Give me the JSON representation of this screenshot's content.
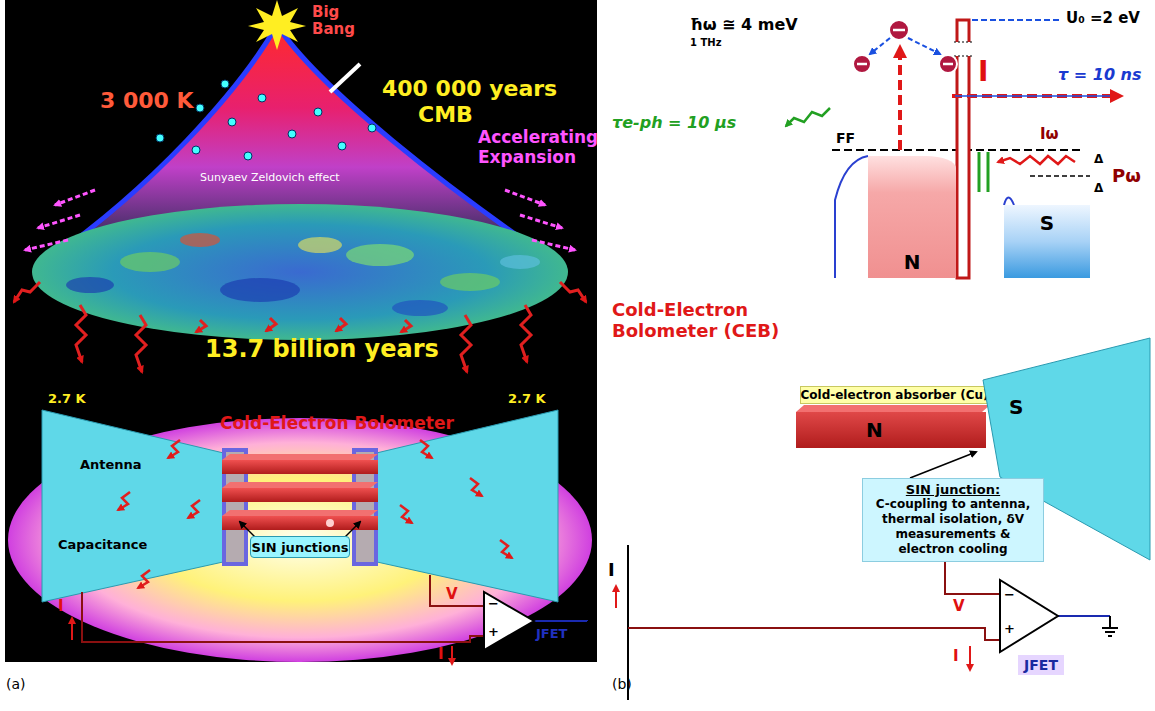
{
  "diagram": {
    "nodes": [
      {
        "text": [
          "SIN junctions"
        ]
      },
      {
        "text": [
          "N"
        ]
      },
      {
        "text": [
          "S"
        ]
      },
      {
        "text": [
          "Cold-electron absorber (Cu)"
        ]
      },
      {
        "text": [
          "N"
        ]
      },
      {
        "text": [
          "S"
        ]
      },
      {
        "text": [
          "SIN junction:",
          "C-coupling to antenna, thermal isolation, δV measurements & electron cooling"
        ]
      },
      {
        "text": [
          "JFET"
        ]
      }
    ],
    "labels": [
      "Big Bang",
      "3 000 K",
      "400 000 years",
      "CMB",
      "Accelerating Expansion",
      "Sunyaev Zeldovich effect",
      "13.7 billion years",
      "2.7 K",
      "2.7 K",
      "Cold-Electron Bolometer",
      "Antenna",
      "Capacitance",
      "V",
      "I",
      "I",
      "−",
      "+",
      "JFET",
      "(a)",
      "ħω ≅ 4 meV",
      "1 THz",
      "U₀ =2 eV",
      "I",
      "τ = 10 ns",
      "τe-ph = 10 μs",
      "FF",
      "Iω",
      "Δ",
      "Δ",
      "Pω",
      "Cold-Electron Bolometer (CEB)",
      "I",
      "V",
      "I",
      "−",
      "+",
      "(b)"
    ]
  }
}
